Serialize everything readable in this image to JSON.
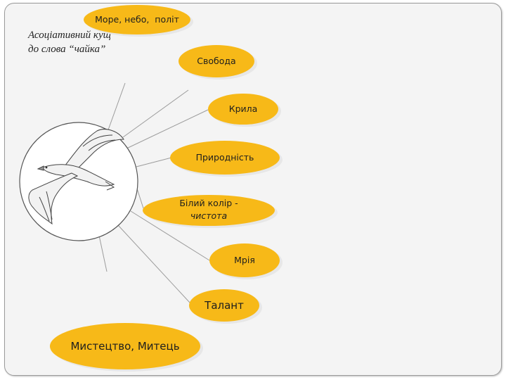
{
  "caption": {
    "line1": "Асоціативний кущ",
    "line2": "до слова “чайка”"
  },
  "associations": [
    {
      "label": "Море, небо,  політ"
    },
    {
      "label": "Свобода"
    },
    {
      "label": "Крила"
    },
    {
      "label": "Природність"
    },
    {
      "label": "Білий колір -",
      "sublabel": "чистота"
    },
    {
      "label": "Мрія"
    },
    {
      "label": "Талант"
    },
    {
      "label": "Мистецтво, Митець"
    }
  ],
  "colors": {
    "bubble": "#F7B918",
    "bubble_shadow": "#E7E7E7",
    "connector": "#9c9c9c",
    "frame": "#9a9a9a"
  },
  "center_image": "seagull-illustration"
}
